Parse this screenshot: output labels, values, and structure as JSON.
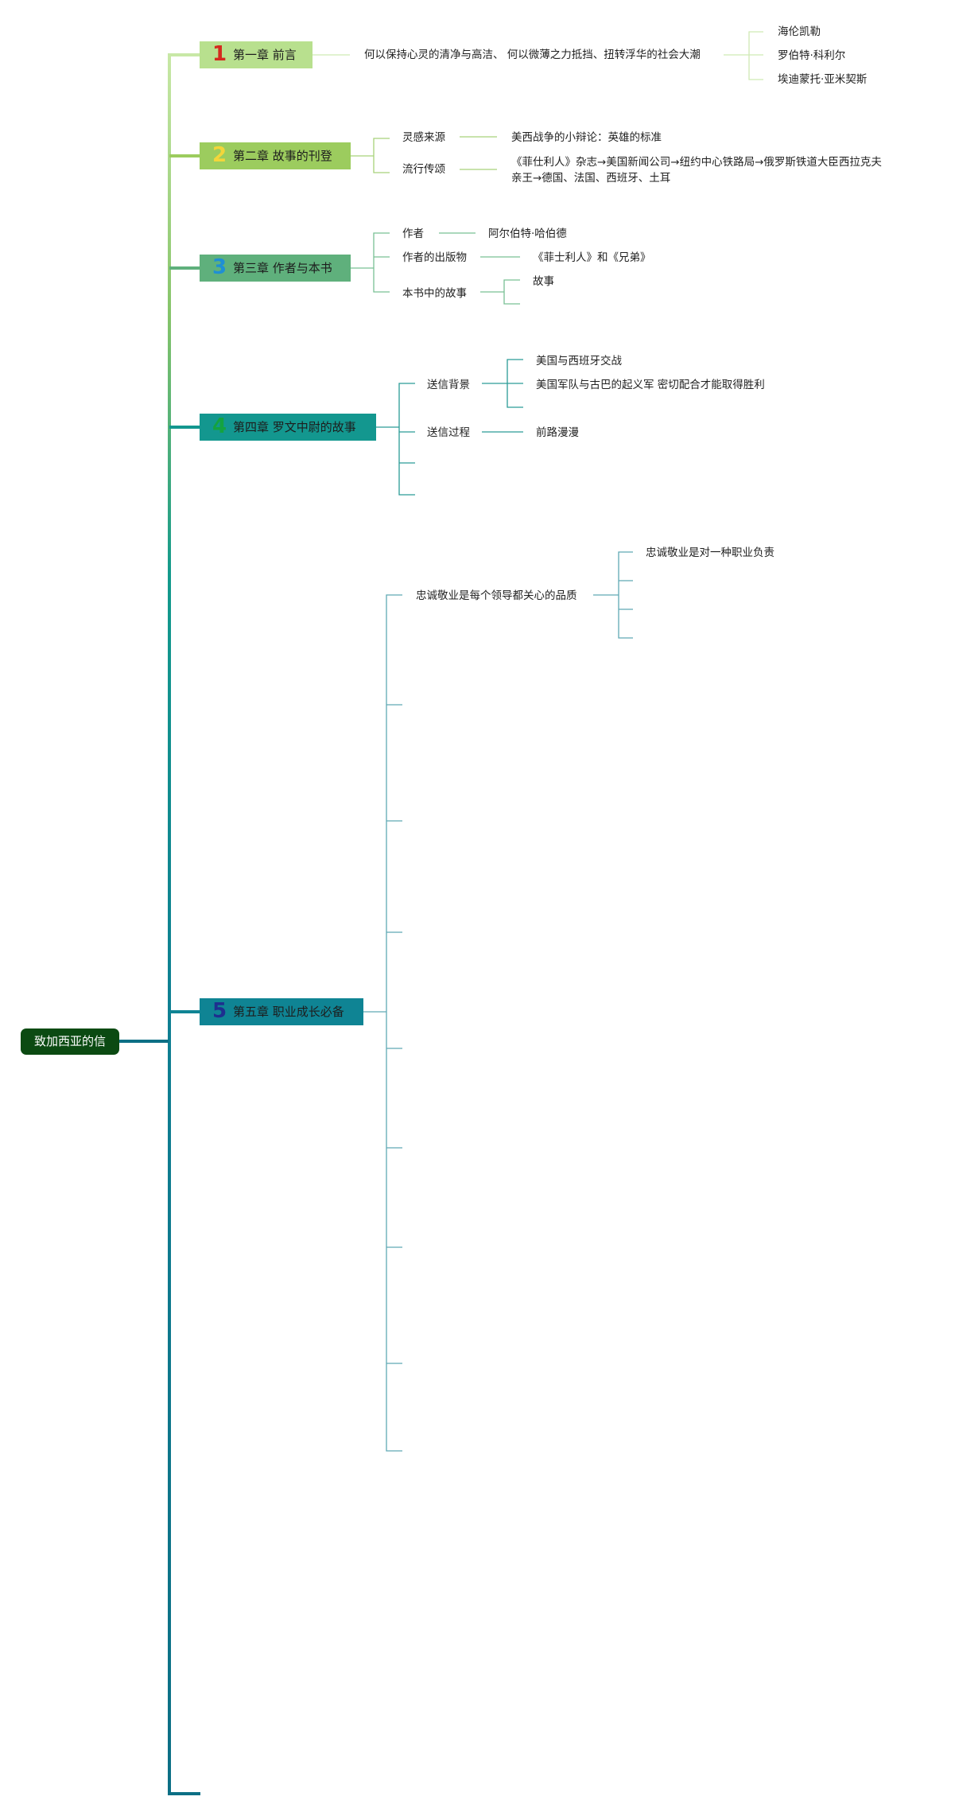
{
  "root": {
    "label": "致加西亚的信",
    "color": "#0b4a12"
  },
  "chapters": [
    {
      "number": "1",
      "title": "第一章 前言",
      "bg": "#b8e08e",
      "num_color": "#d42a1e",
      "children": [
        {
          "label": "何以保持心灵的清净与高洁、 何以微薄之力抵挡、扭转浮华的社会大潮",
          "children": [
            "海伦凯勒",
            "罗伯特·科利尔",
            "埃迪蒙托·亚米契斯"
          ]
        }
      ]
    },
    {
      "number": "2",
      "title": "第二章 故事的刊登",
      "bg": "#9ccc5e",
      "num_color": "#f3d63a",
      "children": [
        {
          "label": "灵感来源",
          "children": [
            "美西战争的小辩论：英雄的标准"
          ]
        },
        {
          "label": "流行传颂",
          "children": [
            "《菲仕利人》杂志→美国新闻公司→纽约中心铁路局→俄罗斯铁道大臣西拉克夫",
            "亲王→德国、法国、西班牙、土耳"
          ]
        }
      ]
    },
    {
      "number": "3",
      "title": "第三章 作者与本书",
      "bg": "#5fb07c",
      "num_color": "#1f8fd4",
      "children": [
        {
          "label": "作者",
          "children": [
            "阿尔伯特·哈伯德"
          ]
        },
        {
          "label": "作者的出版物",
          "children": [
            "《菲士利人》和《兄弟》"
          ]
        },
        {
          "label": "本书中的故事",
          "children": [
            "故事"
          ]
        }
      ]
    },
    {
      "number": "4",
      "title": "第四章 罗文中尉的故事",
      "bg": "#13978f",
      "num_color": "#14a340",
      "children": [
        {
          "label": "送信背景",
          "children": [
            "美国与西班牙交战",
            "美国军队与古巴的起义军 密切配合才能取得胜利"
          ]
        },
        {
          "label": "送信过程",
          "children": [
            "前路漫漫"
          ]
        }
      ]
    },
    {
      "number": "5",
      "title": "第五章 职业成长必备",
      "bg": "#0f8494",
      "num_color": "#1e2f8f",
      "children": [
        {
          "label": "忠诚敬业是每个领导都关心的品质",
          "children": [
            "忠诚敬业是对一种职业负责"
          ]
        }
      ]
    }
  ]
}
